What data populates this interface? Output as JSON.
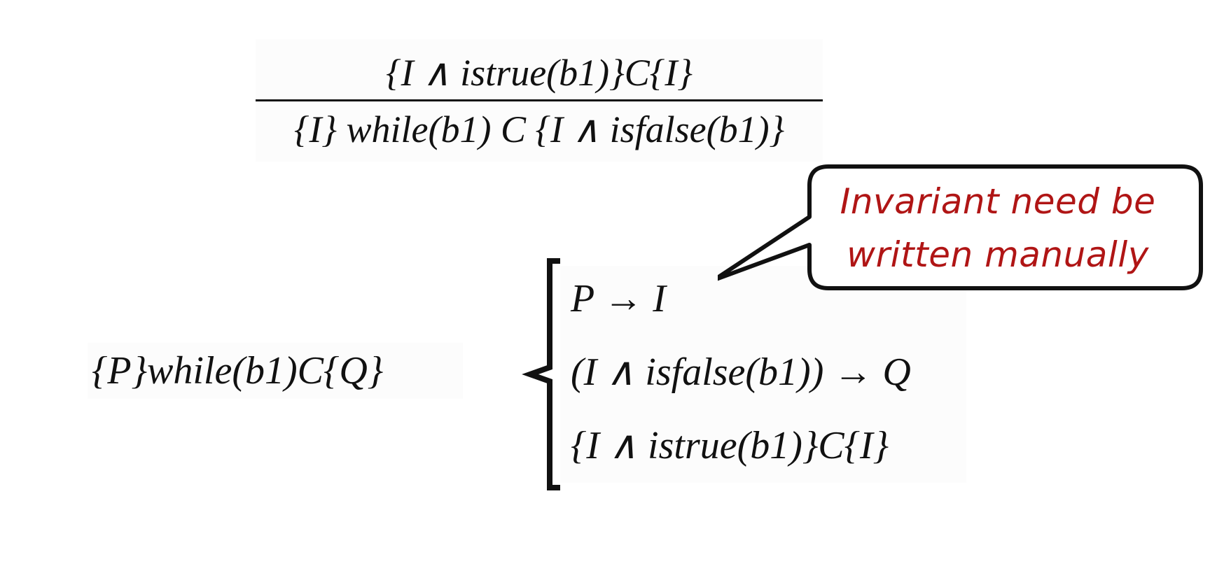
{
  "inference_rule": {
    "premise": "{I ∧ istrue(b1)}C{I}",
    "conclusion": "{I} while(b1) C {I ∧ isfalse(b1)}"
  },
  "triple": "{P}while(b1)C{Q}",
  "conditions": [
    "P → I",
    "(I ∧ isfalse(b1)) → Q",
    "{I ∧ istrue(b1)}C{I}"
  ],
  "callout": {
    "line1": "Invariant need be",
    "line2": "written manually"
  },
  "colors": {
    "text": "#111111",
    "callout_text": "#b01515",
    "callout_border": "#111111",
    "callout_fill": "#ffffff"
  }
}
